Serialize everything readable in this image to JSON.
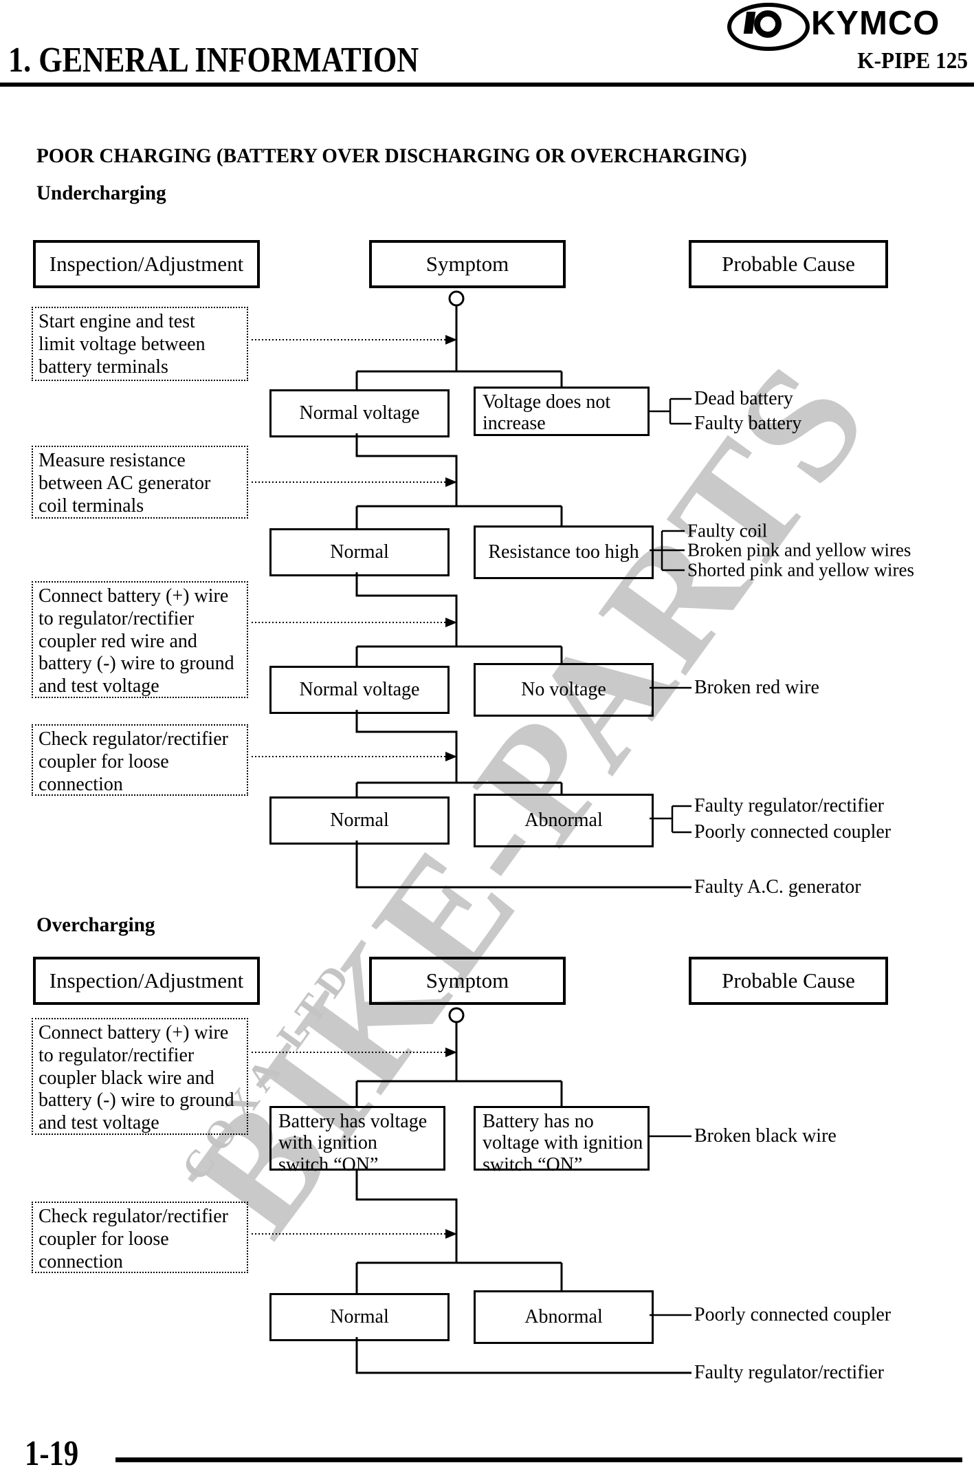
{
  "header": {
    "chapter": "1. GENERAL INFORMATION",
    "brand": "KYMCO",
    "model": "K-PIPE  125"
  },
  "watermark": {
    "main": "BIKE-PARTS",
    "sub": "COXA LTD"
  },
  "section": {
    "title": "POOR CHARGING (BATTERY OVER DISCHARGING OR OVERCHARGING)"
  },
  "columns": [
    "Inspection/Adjustment",
    "Symptom",
    "Probable Cause"
  ],
  "undercharging": {
    "subtitle": "Undercharging",
    "inspections": [
      "Start engine and test\nlimit voltage between\nbattery terminals",
      "Measure resistance\nbetween AC generator\ncoil terminals",
      "Connect battery (+) wire\nto regulator/rectifier\ncoupler red wire and\nbattery (-) wire to ground\nand test voltage",
      "Check regulator/rectifier\ncoupler for loose\nconnection"
    ],
    "normal_results": [
      "Normal voltage",
      "Normal",
      "Normal voltage",
      "Normal"
    ],
    "abnormal_results": [
      "Voltage does not\nincrease",
      "Resistance too high",
      "No voltage",
      "Abnormal"
    ],
    "causes": [
      [
        "Dead battery",
        "Faulty battery"
      ],
      [
        "Faulty coil",
        "Broken pink and yellow wires",
        "Shorted pink and yellow wires"
      ],
      [
        "Broken red wire"
      ],
      [
        "Faulty regulator/rectifier",
        "Poorly connected coupler"
      ]
    ],
    "final_cause": "Faulty A.C. generator"
  },
  "overcharging": {
    "subtitle": "Overcharging",
    "inspections": [
      "Connect battery (+) wire\nto regulator/rectifier\ncoupler black wire and\nbattery (-) wire to ground\nand test voltage",
      "Check regulator/rectifier\ncoupler for loose\nconnection"
    ],
    "normal_results": [
      "Battery has voltage\nwith ignition\nswitch “ON”",
      "Normal"
    ],
    "abnormal_results": [
      "Battery has no\nvoltage with ignition\nswitch “ON”",
      "Abnormal"
    ],
    "causes": [
      [
        "Broken black wire"
      ],
      [
        "Poorly connected coupler"
      ]
    ],
    "final_cause": "Faulty regulator/rectifier"
  },
  "footer": {
    "page_number": "1-19"
  }
}
